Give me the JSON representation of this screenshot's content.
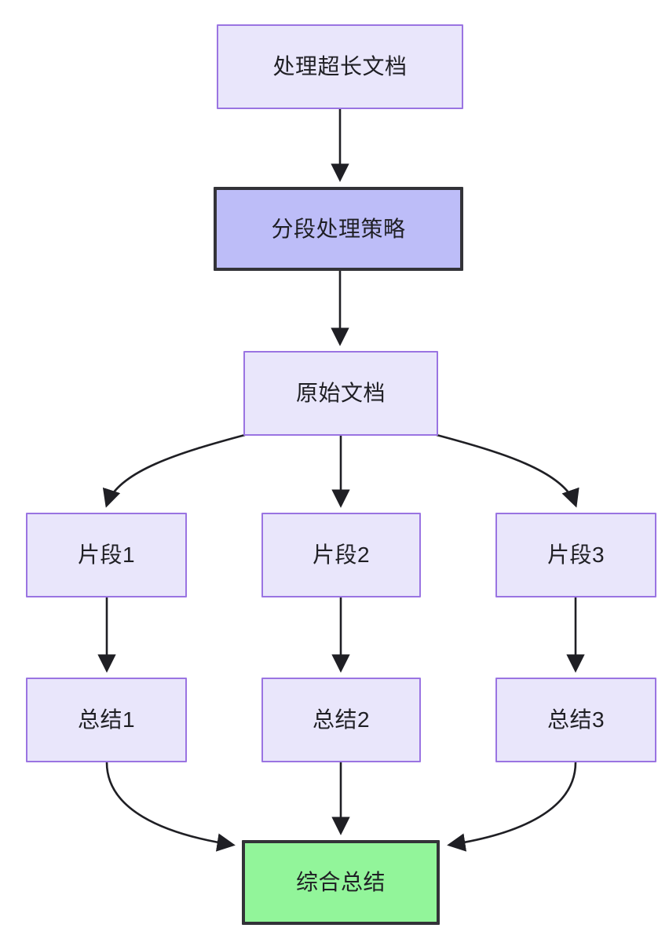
{
  "diagram": {
    "type": "flowchart",
    "direction": "top-down",
    "background_color": "#ffffff",
    "styles": {
      "default_fill": "#e9e6fb",
      "default_stroke": "#9a74e2",
      "highlight_fill": "#bdbdf8",
      "highlight_stroke": "#333338",
      "terminal_fill": "#92f59a",
      "terminal_stroke": "#333338",
      "edge_stroke": "#1f1f24",
      "text_color": "#1f1f24"
    },
    "nodes": [
      {
        "id": "source",
        "label": "处理超长文档",
        "style": "default"
      },
      {
        "id": "strategy",
        "label": "分段处理策略",
        "style": "highlight"
      },
      {
        "id": "original",
        "label": "原始文档",
        "style": "default"
      },
      {
        "id": "chunk1",
        "label": "片段1",
        "style": "default"
      },
      {
        "id": "chunk2",
        "label": "片段2",
        "style": "default"
      },
      {
        "id": "chunk3",
        "label": "片段3",
        "style": "default"
      },
      {
        "id": "summary1",
        "label": "总结1",
        "style": "default"
      },
      {
        "id": "summary2",
        "label": "总结2",
        "style": "default"
      },
      {
        "id": "summary3",
        "label": "总结3",
        "style": "default"
      },
      {
        "id": "final",
        "label": "综合总结",
        "style": "terminal"
      }
    ],
    "edges": [
      {
        "from": "source",
        "to": "strategy",
        "label": ""
      },
      {
        "from": "strategy",
        "to": "original",
        "label": ""
      },
      {
        "from": "original",
        "to": "chunk1",
        "label": ""
      },
      {
        "from": "original",
        "to": "chunk2",
        "label": ""
      },
      {
        "from": "original",
        "to": "chunk3",
        "label": ""
      },
      {
        "from": "chunk1",
        "to": "summary1",
        "label": ""
      },
      {
        "from": "chunk2",
        "to": "summary2",
        "label": ""
      },
      {
        "from": "chunk3",
        "to": "summary3",
        "label": ""
      },
      {
        "from": "summary1",
        "to": "final",
        "label": ""
      },
      {
        "from": "summary2",
        "to": "final",
        "label": ""
      },
      {
        "from": "summary3",
        "to": "final",
        "label": ""
      }
    ]
  }
}
